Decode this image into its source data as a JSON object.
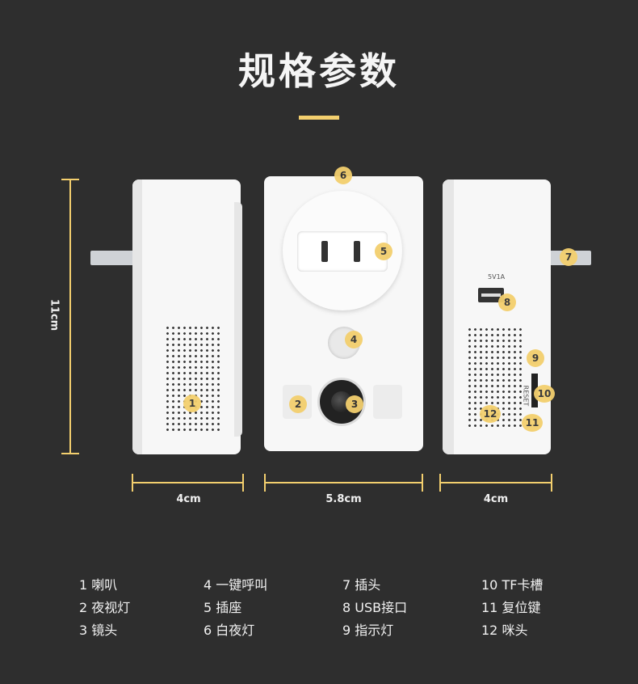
{
  "title": "规格参数",
  "dimensions": {
    "height": "11cm",
    "side_width": "4cm",
    "front_width": "5.8cm"
  },
  "device_labels": {
    "usb_spec": "5V1A",
    "reset": "RESET"
  },
  "callouts": [
    "1",
    "2",
    "3",
    "4",
    "5",
    "6",
    "7",
    "8",
    "9",
    "10",
    "11",
    "12"
  ],
  "legend": {
    "col1": [
      "1 喇叭",
      "2 夜视灯",
      "3 镜头"
    ],
    "col2": [
      "4 一键呼叫",
      "5 插座",
      "6 白夜灯"
    ],
    "col3": [
      "7 插头",
      "8 USB接口",
      "9 指示灯"
    ],
    "col4": [
      "10 TF卡槽",
      "11 复位键",
      "12 咪头"
    ]
  },
  "colors": {
    "background": "#2e2e2e",
    "accent": "#f3cf6e",
    "device": "#f7f7f7"
  }
}
